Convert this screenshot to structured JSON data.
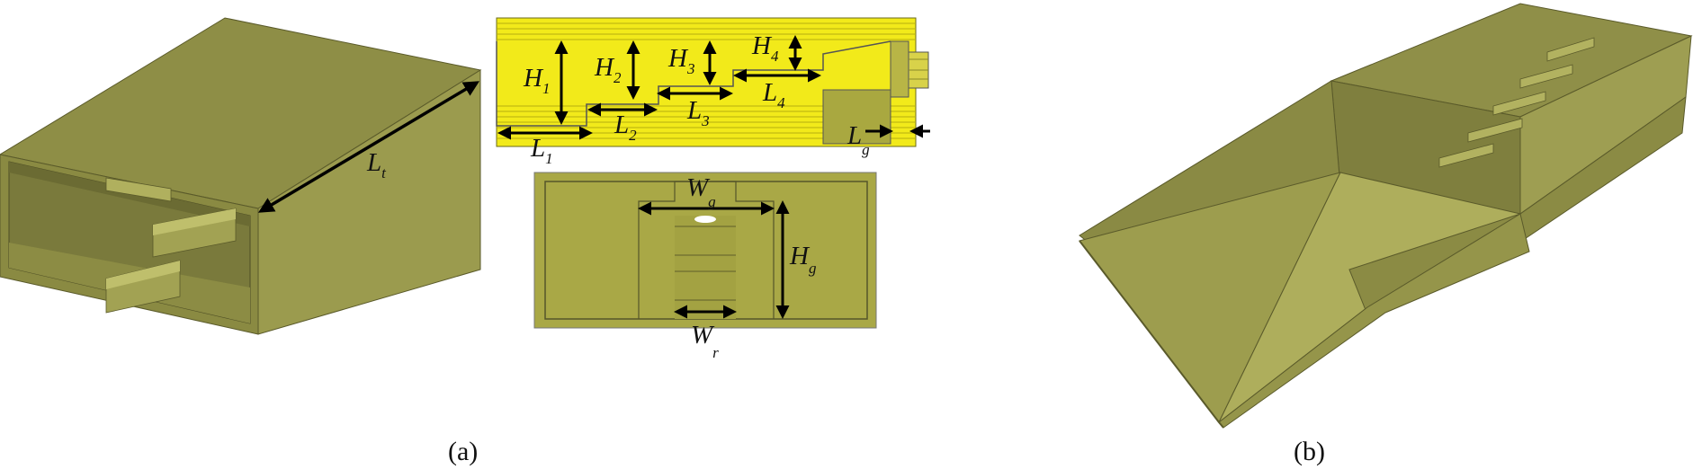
{
  "figure": {
    "caption_a": "(a)",
    "caption_b": "(b)",
    "colors": {
      "body_olive": "#9a9a4c",
      "body_dark": "#6f6f35",
      "body_light": "#a9a95a",
      "section_yellow": "#f2ea1a",
      "front_plate": "#a9a846",
      "arrow": "#000000"
    },
    "labels": {
      "Lt": {
        "base": "L",
        "sub": "t"
      },
      "H1": {
        "base": "H",
        "sub": "1"
      },
      "H2": {
        "base": "H",
        "sub": "2"
      },
      "H3": {
        "base": "H",
        "sub": "3"
      },
      "H4": {
        "base": "H",
        "sub": "4"
      },
      "L1": {
        "base": "L",
        "sub": "1"
      },
      "L2": {
        "base": "L",
        "sub": "2"
      },
      "L3": {
        "base": "L",
        "sub": "3"
      },
      "L4": {
        "base": "L",
        "sub": "4"
      },
      "Lg": {
        "base": "L",
        "sub": "g"
      },
      "Wg": {
        "base": "W",
        "sub": "g"
      },
      "Hg": {
        "base": "H",
        "sub": "g"
      },
      "Wr": {
        "base": "W",
        "sub": "r"
      }
    }
  }
}
